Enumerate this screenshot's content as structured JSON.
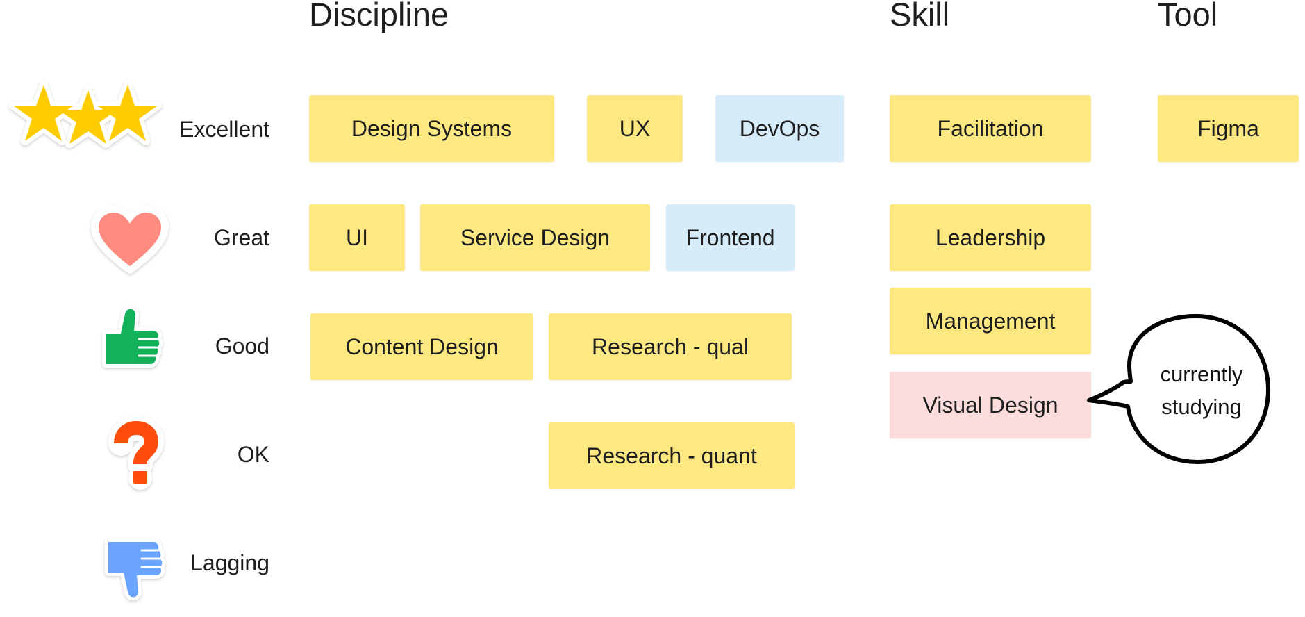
{
  "headings": {
    "discipline": "Discipline",
    "skill": "Skill",
    "tool": "Tool"
  },
  "ratings": [
    {
      "label": "Excellent",
      "icon": "three-stars-icon"
    },
    {
      "label": "Great",
      "icon": "heart-icon"
    },
    {
      "label": "Good",
      "icon": "thumbs-up-icon"
    },
    {
      "label": "OK",
      "icon": "question-mark-icon"
    },
    {
      "label": "Lagging",
      "icon": "thumbs-down-icon"
    }
  ],
  "notes": {
    "design_systems": "Design Systems",
    "ux": "UX",
    "devops": "DevOps",
    "ui": "UI",
    "service_design": "Service Design",
    "frontend": "Frontend",
    "content_design": "Content Design",
    "research_qual": "Research - qual",
    "research_quant": "Research - quant",
    "facilitation": "Facilitation",
    "leadership": "Leadership",
    "management": "Management",
    "visual_design": "Visual Design",
    "figma": "Figma"
  },
  "callout": {
    "line1": "currently",
    "line2": "studying"
  },
  "colors": {
    "note_yellow": "#fde882",
    "note_blue": "#d6ecfb",
    "note_pink": "#fddcdc",
    "star": "#ffcc00",
    "heart": "#ff8a80",
    "thumbs_up": "#12b15a",
    "question": "#ff4d0d",
    "thumbs_down": "#6aa4ff"
  }
}
